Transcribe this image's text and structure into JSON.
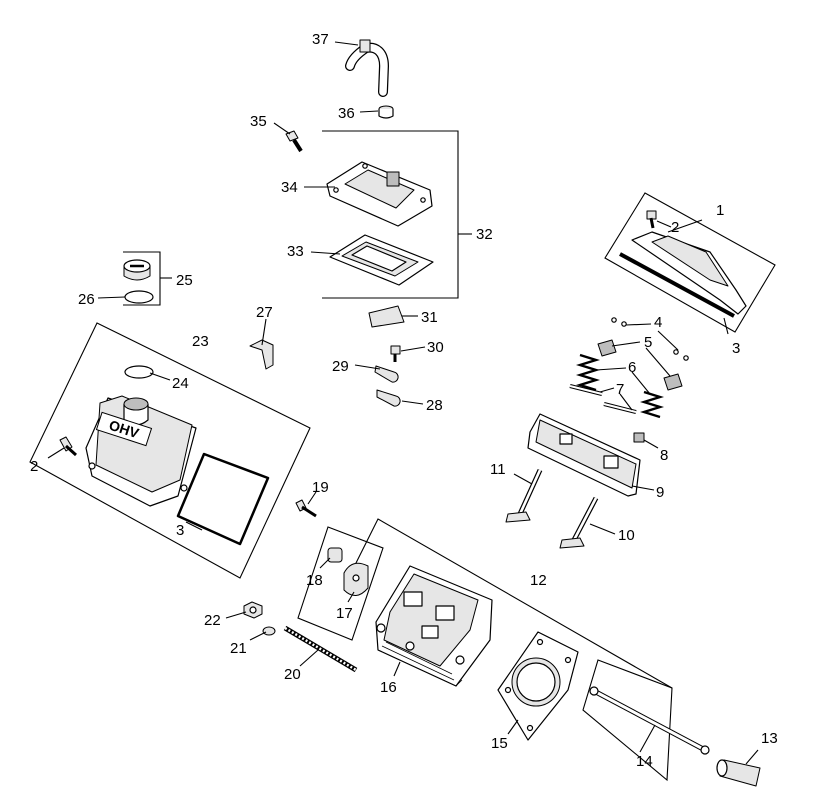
{
  "callouts": [
    "1",
    "2",
    "3",
    "4",
    "5",
    "6",
    "7",
    "8",
    "9",
    "10",
    "11",
    "12",
    "13",
    "14",
    "15",
    "16",
    "17",
    "18",
    "19",
    "20",
    "21",
    "22",
    "23",
    "24",
    "25",
    "26",
    "27",
    "28",
    "29",
    "30",
    "31",
    "32",
    "33",
    "34",
    "35",
    "36",
    "37"
  ],
  "decal_text": "OHV"
}
